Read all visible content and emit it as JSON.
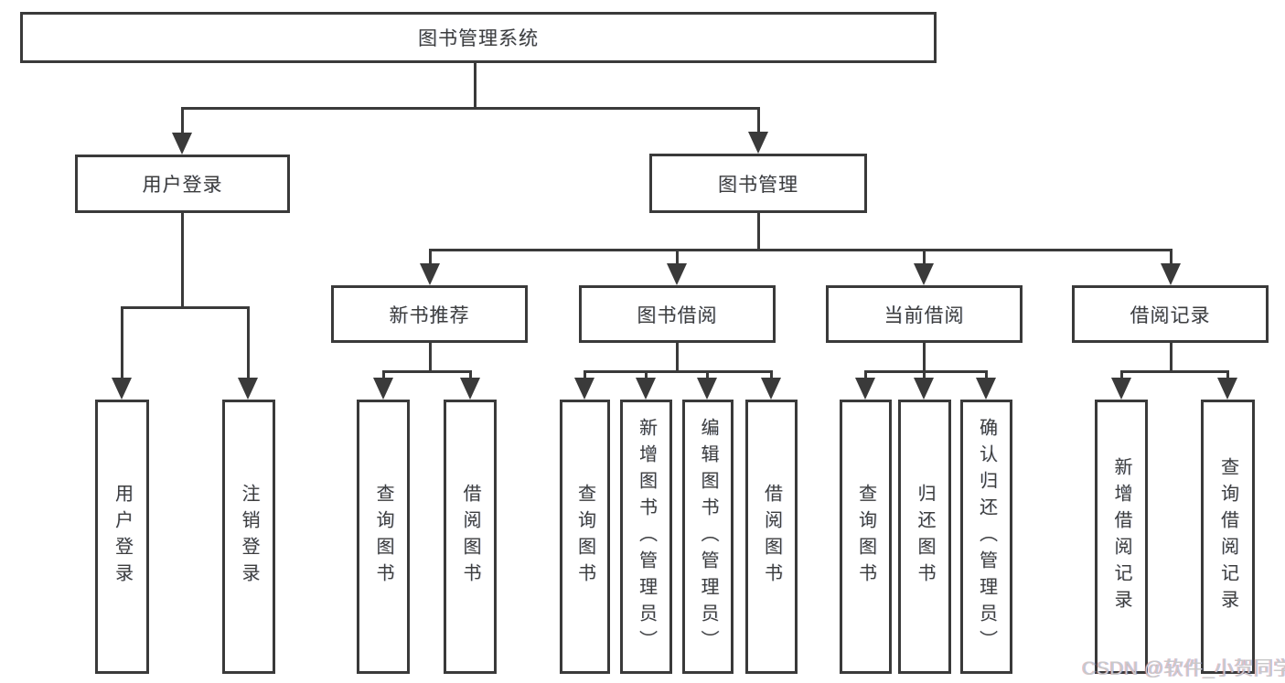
{
  "diagram": {
    "title": "图书管理系统",
    "root": {
      "label": "图书管理系统"
    },
    "level2": [
      {
        "label": "用户登录"
      },
      {
        "label": "图书管理"
      }
    ],
    "level3": [
      {
        "label": "新书推荐"
      },
      {
        "label": "图书借阅"
      },
      {
        "label": "当前借阅"
      },
      {
        "label": "借阅记录"
      }
    ],
    "leaves": {
      "user_login": [
        "用户登录",
        "注销登录"
      ],
      "new_book": [
        "查询图书",
        "借阅图书"
      ],
      "book_borrow": [
        "查询图书",
        "新增图书（管理员）",
        "编辑图书（管理员）",
        "借阅图书"
      ],
      "current_borrow": [
        "查询图书",
        "归还图书",
        "确认归还（管理员）"
      ],
      "borrow_record": [
        "新增借阅记录",
        "查询借阅记录"
      ]
    }
  },
  "watermark": {
    "text": "CSDN @软件_小贺同学"
  },
  "colors": {
    "line": "#3a3a3a",
    "text": "#3d3d3d",
    "watermark": "#c9c9c9",
    "background": "#ffffff"
  }
}
